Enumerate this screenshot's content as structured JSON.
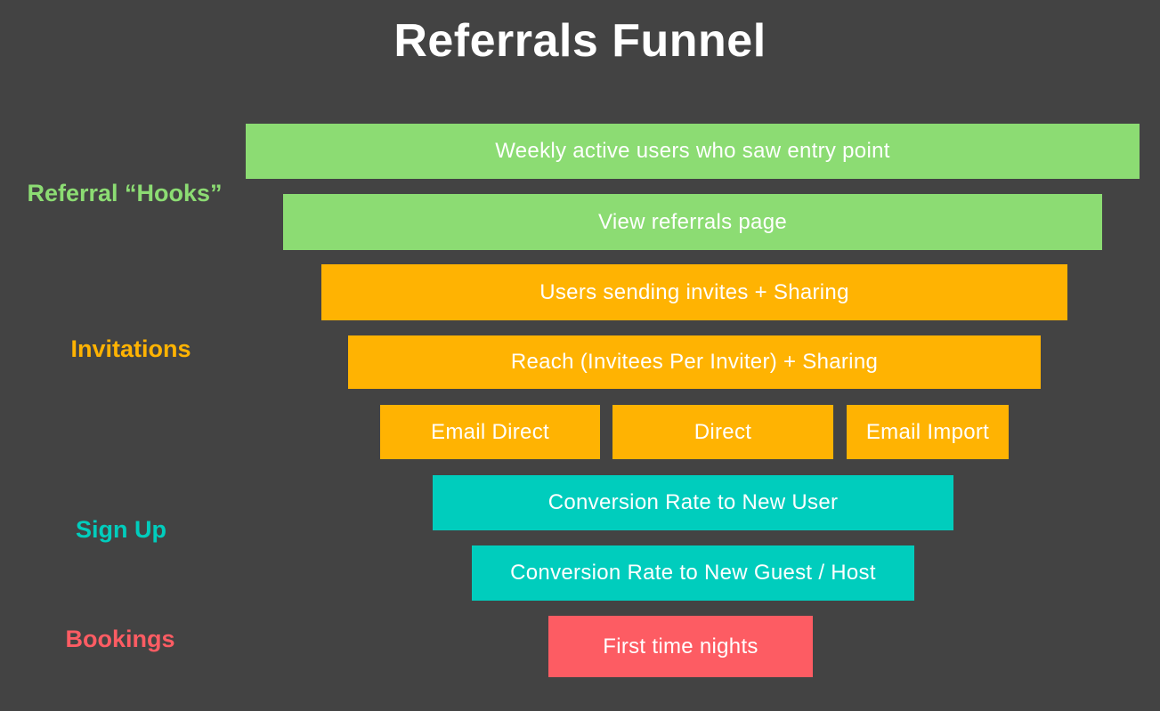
{
  "title": "Referrals Funnel",
  "colors": {
    "background": "#434343",
    "green": "#8CDC73",
    "orange": "#FFB302",
    "teal": "#00CDBD",
    "red": "#FD5C63",
    "bar_text": "#FFFFFF",
    "title_text": "#FFFFFF"
  },
  "funnel": {
    "stages": [
      {
        "label": "Referral “Hooks”",
        "color": "#8CDC73"
      },
      {
        "label": "Invitations",
        "color": "#FFB302"
      },
      {
        "label": "Sign Up",
        "color": "#00CDBD"
      },
      {
        "label": "Bookings",
        "color": "#FD5C63"
      }
    ],
    "bars": [
      {
        "label": "Weekly active users who saw entry point",
        "stage": "Referral “Hooks”"
      },
      {
        "label": "View referrals page",
        "stage": "Referral “Hooks”"
      },
      {
        "label": "Users sending invites + Sharing",
        "stage": "Invitations"
      },
      {
        "label": "Reach (Invitees Per Inviter) + Sharing",
        "stage": "Invitations"
      },
      {
        "label": "Email Direct",
        "stage": "Invitations"
      },
      {
        "label": "Direct",
        "stage": "Invitations"
      },
      {
        "label": "Email Import",
        "stage": "Invitations"
      },
      {
        "label": "Conversion Rate to New User",
        "stage": "Sign Up"
      },
      {
        "label": "Conversion Rate to New Guest / Host",
        "stage": "Sign Up"
      },
      {
        "label": "First time nights",
        "stage": "Bookings"
      }
    ]
  }
}
